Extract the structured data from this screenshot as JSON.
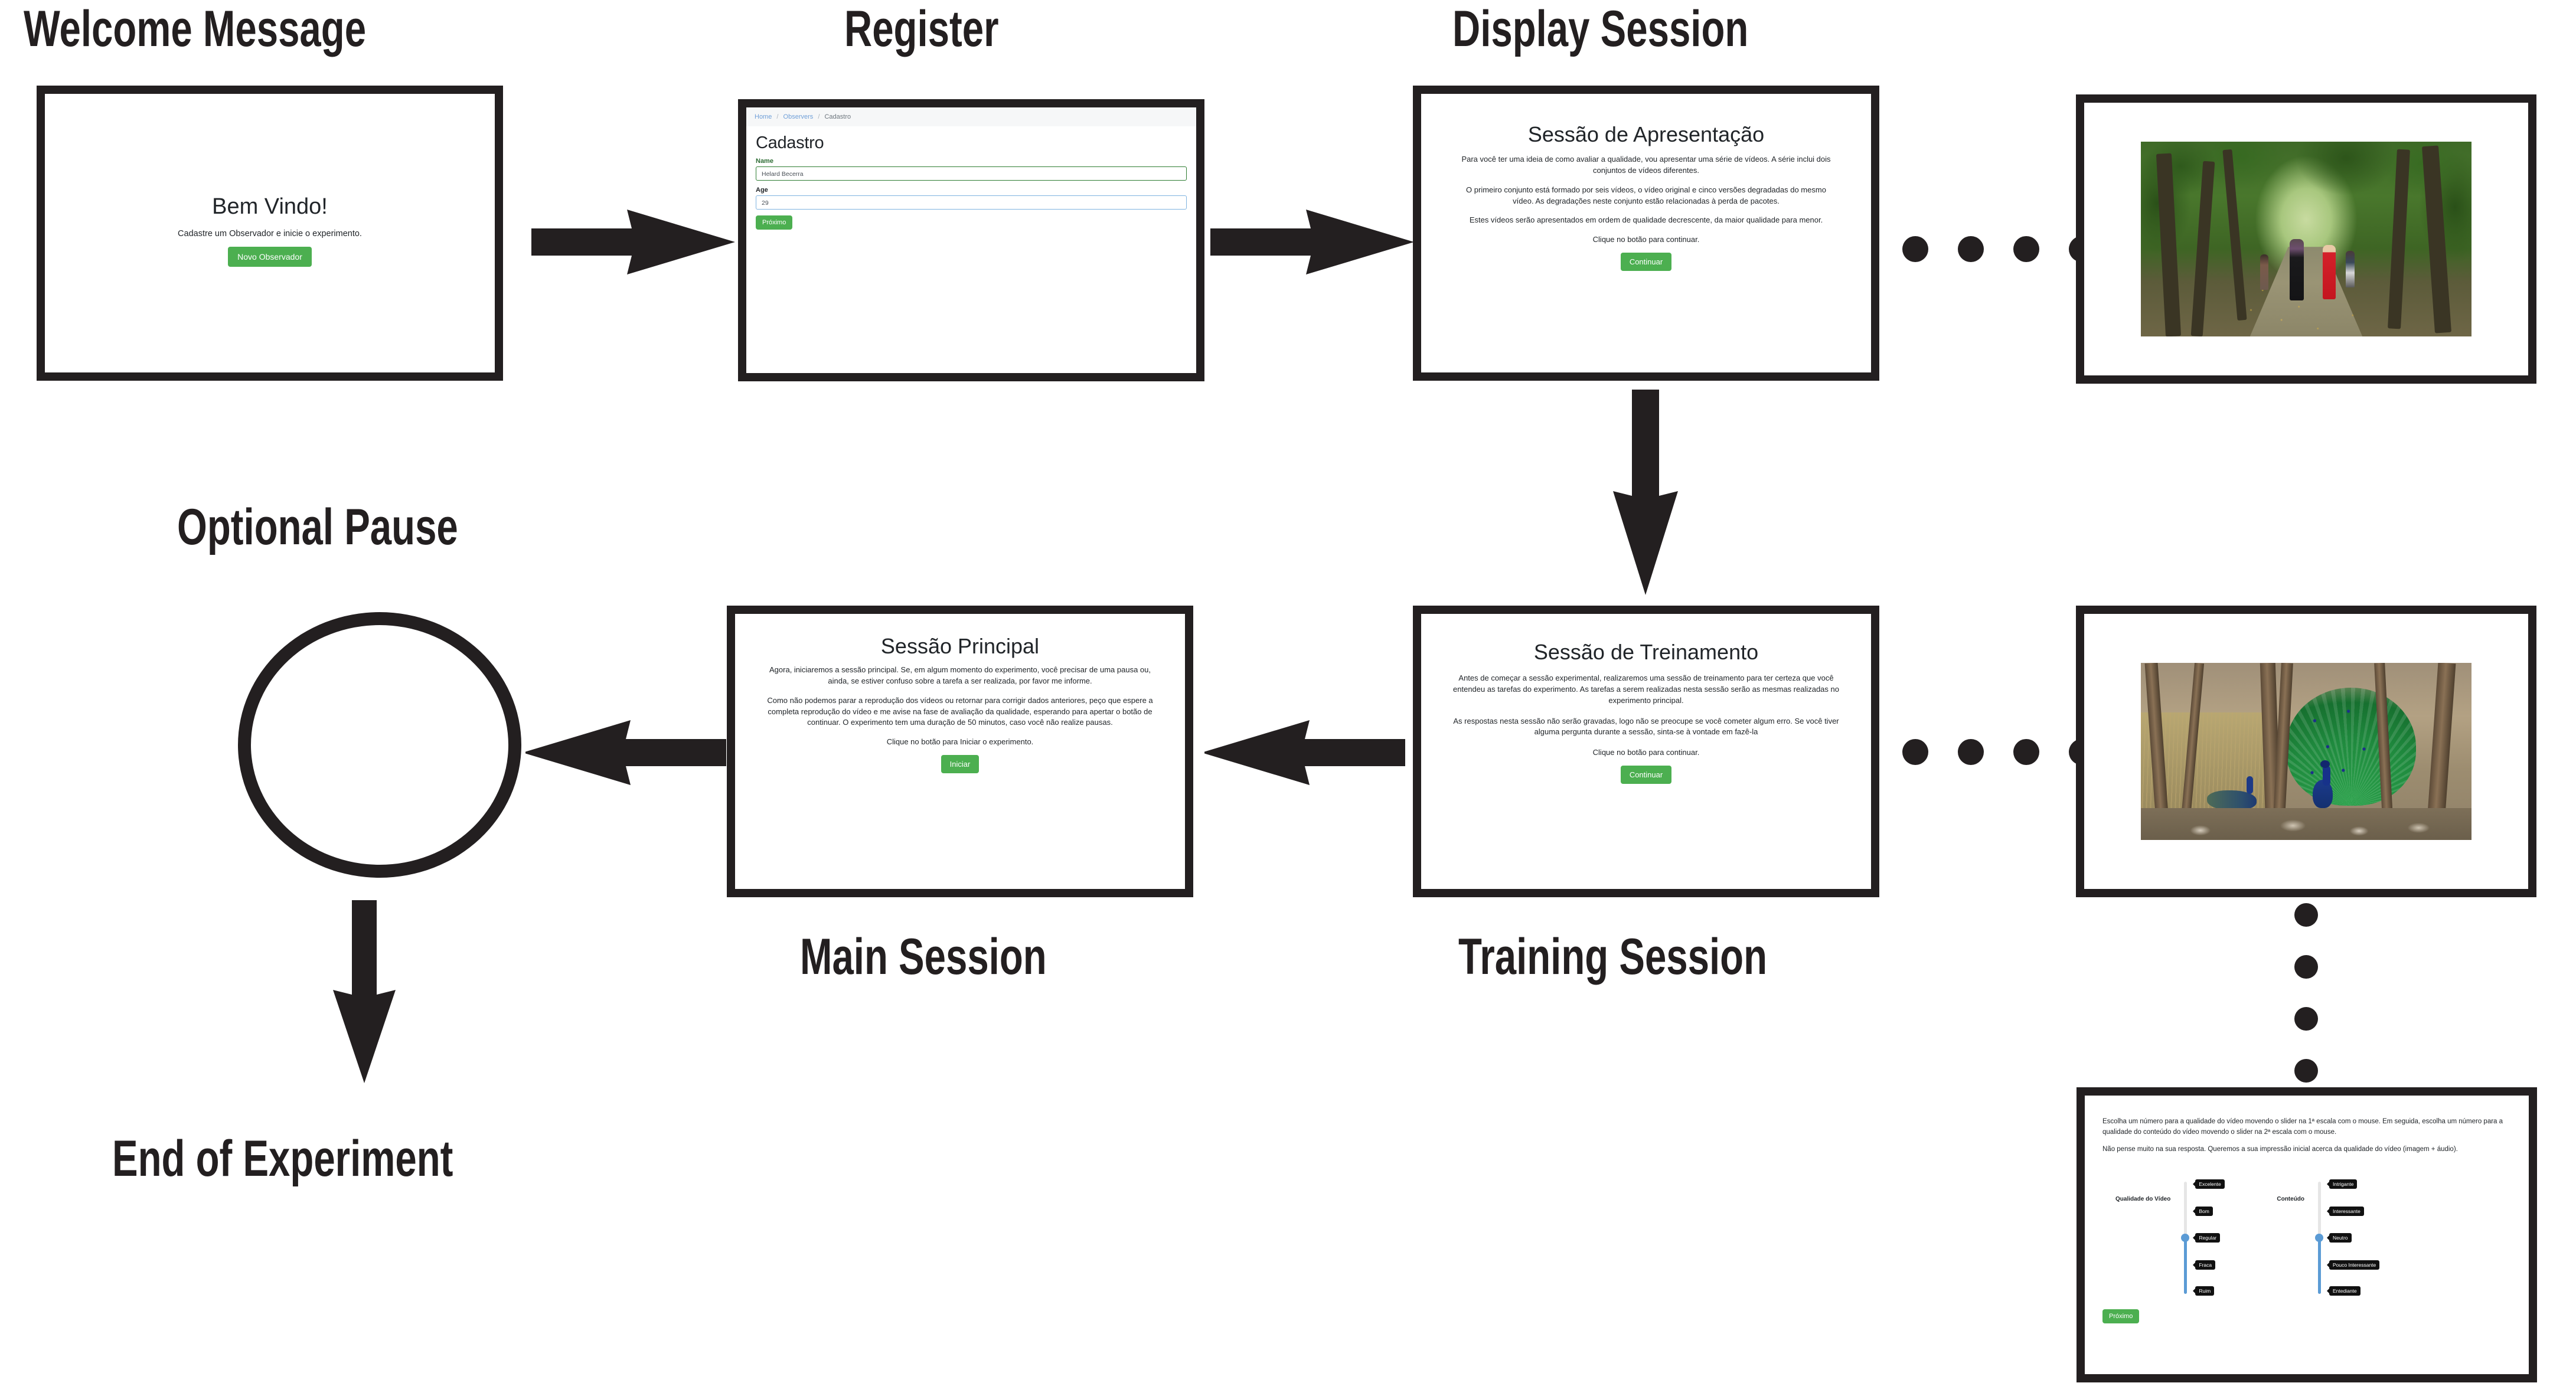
{
  "flow": {
    "labels": {
      "welcome": "Welcome Message",
      "register": "Register",
      "display_session": "Display Session",
      "optional_pause": "Optional Pause",
      "main_session": "Main Session",
      "training_session": "Training Session",
      "end_of_experiment": "End of Experiment"
    },
    "accent_green": "#4CAF50",
    "outline_color": "#231f20",
    "slider_blue": "#5b9bd5"
  },
  "welcome_screen": {
    "title": "Bem Vindo!",
    "subtitle": "Cadastre um Observador e inicie o experimento.",
    "button": "Novo Observador"
  },
  "register_screen": {
    "breadcrumb": {
      "home": "Home",
      "observers": "Observers",
      "current": "Cadastro",
      "separator": "/"
    },
    "heading": "Cadastro",
    "fields": [
      {
        "label": "Name",
        "value": "Helard Becerra"
      },
      {
        "label": "Age",
        "value": "29"
      }
    ],
    "button": "Próximo"
  },
  "display_session_screen": {
    "title": "Sessão de Apresentação",
    "paragraphs": [
      "Para você ter uma ideia de como avaliar a qualidade, vou apresentar uma série de vídeos. A série inclui dois conjuntos de vídeos diferentes.",
      "O primeiro conjunto está formado por seis vídeos, o vídeo original e cinco versões degradadas do mesmo vídeo. As degradações neste conjunto estão relacionadas à perda de pacotes.",
      "Estes vídeos serão apresentados em ordem de qualidade decrescente, da maior qualidade para menor.",
      "Clique no botão para continuar."
    ],
    "button": "Continuar"
  },
  "training_session_screen": {
    "title": "Sessão de Treinamento",
    "paragraphs": [
      "Antes de começar a sessão experimental, realizaremos uma sessão de treinamento para ter certeza que você entendeu as tarefas do experimento. As tarefas a serem realizadas nesta sessão serão as mesmas realizadas no experimento principal.",
      "As respostas nesta sessão não serão gravadas, logo não se preocupe se você cometer algum erro. Se você tiver alguma pergunta durante a sessão, sinta-se à vontade em fazê-la",
      "Clique no botão para continuar."
    ],
    "button": "Continuar"
  },
  "main_session_screen": {
    "title": "Sessão Principal",
    "paragraphs": [
      "Agora, iniciaremos a sessão principal. Se, em algum momento do experimento, você precisar de uma pausa ou, ainda, se estiver confuso sobre a tarefa a ser realizada, por favor me informe.",
      "Como não podemos parar a reprodução dos vídeos ou retornar para corrigir dados anteriores, peço que espere a completa reprodução do vídeo e me avise na fase de avaliação da qualidade, esperando para apertar o botão de continuar. O experimento tem uma duração de 50 minutos, caso você não realize pausas.",
      "Clique no botão para Iniciar o experimento."
    ],
    "button": "Iniciar"
  },
  "video_screens": [
    {
      "alt": "forest-path-with-people"
    },
    {
      "alt": "peacock-displaying-in-forest"
    }
  ],
  "rating_screen": {
    "paragraphs": [
      "Escolha um número para a qualidade do vídeo movendo o slider na 1ª escala com o mouse. Em seguida, escolha um número para a qualidade do conteúdo do vídeo movendo o slider na 2ª escala com o mouse.",
      "Não pense muito na sua resposta. Queremos a sua impressão inicial acerca da qualidade do vídeo (imagem + áudio)."
    ],
    "scales": [
      {
        "caption": "Qualidade do Vídeo",
        "ticks": [
          "Excelente",
          "Bom",
          "Regular",
          "Fraca",
          "Ruim"
        ],
        "selected": "Regular"
      },
      {
        "caption": "Conteúdo",
        "ticks": [
          "Intrigante",
          "Interessante",
          "Neutro",
          "Pouco Interessante",
          "Entediante"
        ],
        "selected": "Neutro"
      }
    ],
    "button": "Próximo"
  }
}
